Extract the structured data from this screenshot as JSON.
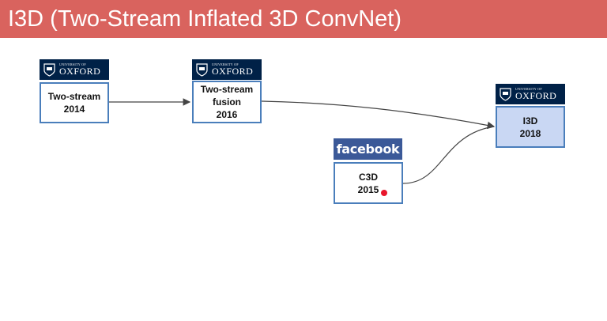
{
  "slide": {
    "title": "I3D (Two-Stream Inflated 3D ConvNet)"
  },
  "logos": {
    "oxford_university_text": "UNIVERSITY OF",
    "oxford_text": "OXFORD",
    "facebook_text": "facebook"
  },
  "nodes": {
    "two_stream": {
      "line1": "Two-stream",
      "line2": "2014"
    },
    "two_stream_fusion": {
      "line1": "Two-stream",
      "line2": "fusion",
      "line3": "2016"
    },
    "c3d": {
      "line1": "C3D",
      "line2": "2015"
    },
    "i3d": {
      "line1": "I3D",
      "line2": "2018"
    }
  },
  "colors": {
    "title_bar": "#d9635e",
    "node_border": "#4a7ebb",
    "i3d_fill": "#c9d7f3",
    "oxford_blue": "#002147",
    "facebook_blue": "#3b5998",
    "pointer_dot": "#e8162c"
  }
}
